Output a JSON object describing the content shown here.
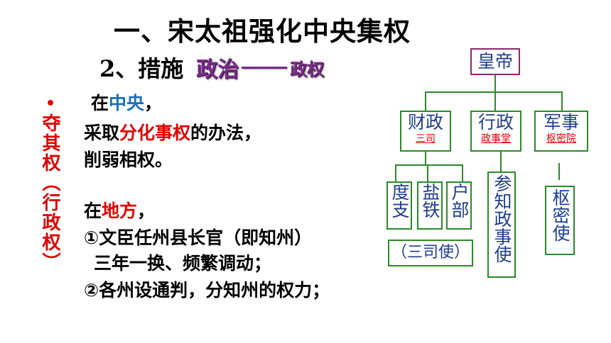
{
  "title": "一、宋太祖强化中央集权",
  "subtitle": {
    "number": "2、",
    "label": "措施",
    "tag_main": "政治",
    "tag_sub": "政权"
  },
  "sidebar": {
    "bullet": "•",
    "vertical_label": "夺其权（行政权）"
  },
  "central": {
    "line1_prefix": "在",
    "line1_highlight": "中央",
    "line1_suffix": "，",
    "line2_prefix": "采取",
    "line2_highlight": "分化事权",
    "line2_suffix": "的办法，",
    "line3": "削弱相权。"
  },
  "local": {
    "line1_prefix": "在",
    "line1_highlight": "地方",
    "line1_suffix": "，",
    "line2": "①文臣任州县长官（即知州）",
    "line3": "三年一换、频繁调动；",
    "line4": "②各州设通判，分知州的权力；"
  },
  "org_chart": {
    "root": "皇帝",
    "branches": [
      {
        "name": "财政",
        "office": "三司"
      },
      {
        "name": "行政",
        "office": "政事堂"
      },
      {
        "name": "军事",
        "office": "枢密院"
      }
    ],
    "finance_subs": [
      "度支",
      "盐铁",
      "户部"
    ],
    "finance_head": "（三司使）",
    "admin_head": "参知政事使",
    "military_head": "枢密使"
  },
  "colors": {
    "accent_red": "#e00000",
    "accent_blue": "#1a6fc0",
    "box_border": "#2a8a2a",
    "subtitle_purple": "#7a2a8a"
  }
}
